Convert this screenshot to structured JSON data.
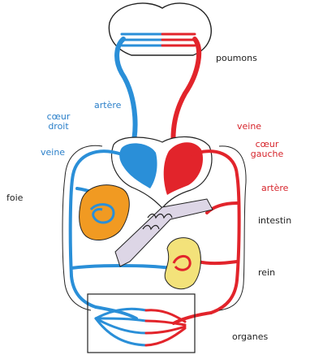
{
  "colors": {
    "oxygenated": "#e2242b",
    "deoxygenated": "#2a8fd8",
    "liver": "#f19a22",
    "kidney": "#f3e27a",
    "intestine": "#ddd6e6",
    "outline": "#222222"
  },
  "labels": {
    "poumons": "poumons",
    "artere_left": "artère",
    "coeur_droit_1": "cœur",
    "coeur_droit_2": "droit",
    "veine_left": "veine",
    "foie": "foie",
    "veine_right": "veine",
    "coeur_gauche_1": "cœur",
    "coeur_gauche_2": "gauche",
    "artere_right": "artère",
    "intestin": "intestin",
    "rein": "rein",
    "organes": "organes"
  }
}
